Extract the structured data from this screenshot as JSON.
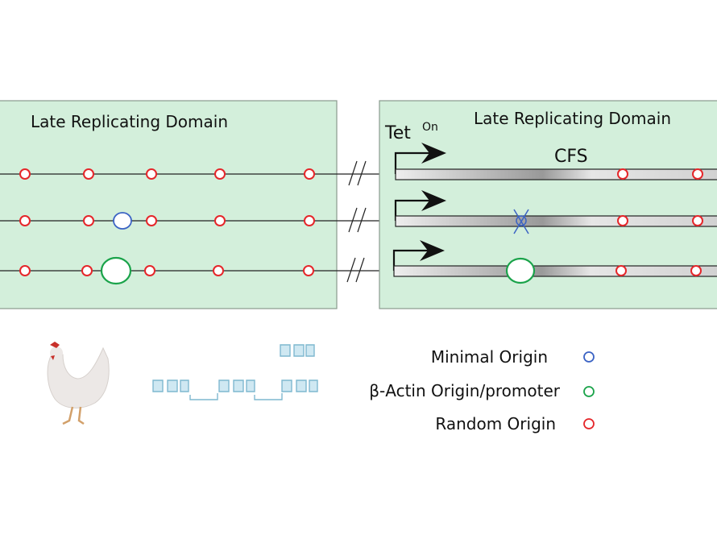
{
  "left_panel": {
    "title": "Late Replicating Domain"
  },
  "right_panel": {
    "title": "Late Replicating Domain",
    "promoter_label": "Tet",
    "promoter_superscript": "On",
    "region_label": "CFS"
  },
  "legend": [
    {
      "label": "Minimal Origin",
      "color": "#3b63c4"
    },
    {
      "label": "β-Actin Origin/promoter",
      "color": "#1aa34a"
    },
    {
      "label": "Random Origin",
      "color": "#e5262a"
    }
  ],
  "colors": {
    "panel": "#d3efdb",
    "random_origin": "#e5262a",
    "minimal_origin": "#3b63c4",
    "actin_origin": "#1aa34a",
    "chromatin": "#8ec9dc"
  }
}
